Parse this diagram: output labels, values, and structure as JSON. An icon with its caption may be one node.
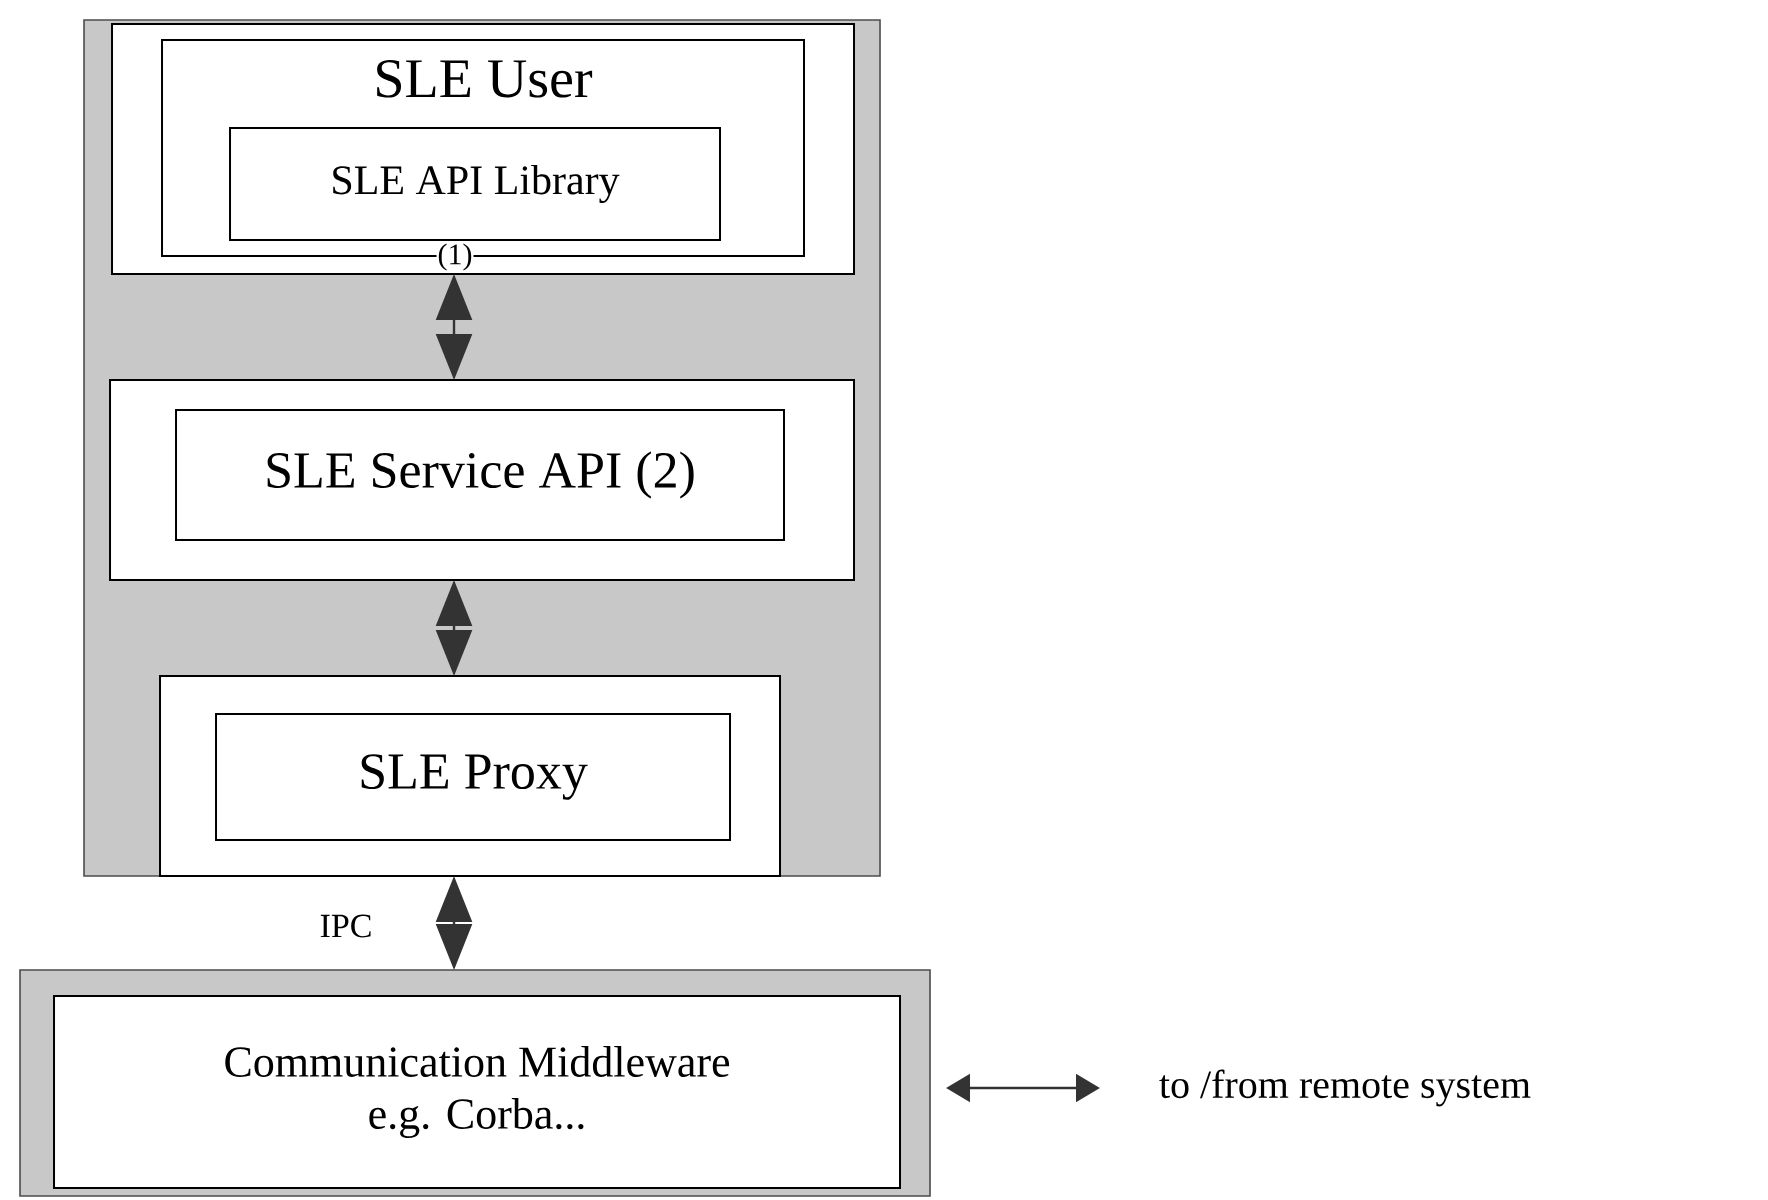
{
  "diagram": {
    "nodes": [
      {
        "text": [],
        "shape": "box"
      },
      {
        "text": [],
        "shape": "box",
        "in": 0
      },
      {
        "text": [
          "SLE User"
        ],
        "in": 1
      },
      {
        "text": [
          "SLE API Library"
        ],
        "in": 2,
        "beside": [
          "(1)"
        ]
      },
      {
        "text": [],
        "shape": "box",
        "in": 0
      },
      {
        "text": [
          "SLE Service API (2)"
        ],
        "in": 4
      },
      {
        "text": [],
        "shape": "box",
        "in": 0
      },
      {
        "text": [
          "SLE Proxy"
        ],
        "in": 6
      },
      {
        "text": [],
        "shape": "box"
      },
      {
        "text": [
          "Communication Middleware e.g. Corba..."
        ],
        "in": 8
      },
      {
        "text": [
          "to /from remote system"
        ]
      }
    ],
    "edges": [
      {
        "from": 1,
        "to": 4,
        "arrow": "both"
      },
      {
        "from": 4,
        "to": 6,
        "arrow": "both"
      },
      {
        "from": 6,
        "to": 8,
        "arrow": "both",
        "label": "IPC"
      },
      {
        "from": 8,
        "to": 10,
        "arrow": "both"
      }
    ]
  }
}
